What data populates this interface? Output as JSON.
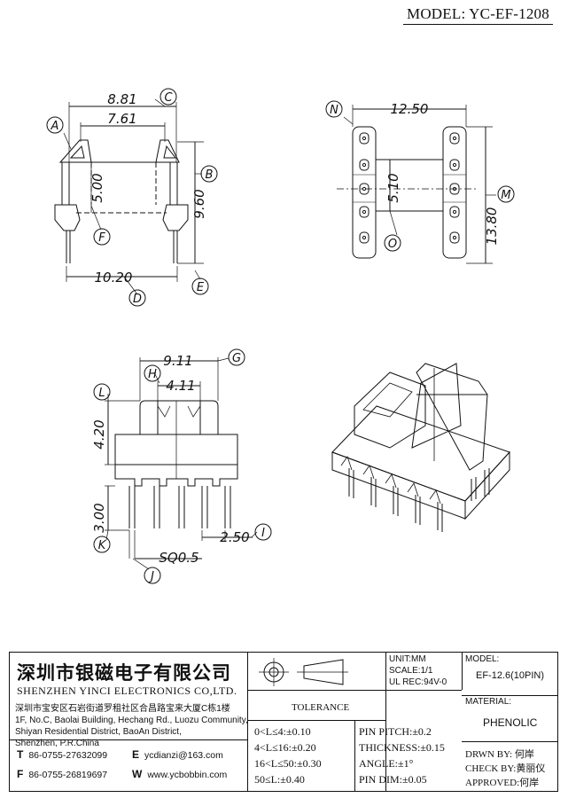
{
  "model_title": "MODEL: YC-EF-1208",
  "dims": {
    "d881": "8.81",
    "d761": "7.61",
    "d960": "9.60",
    "d500": "5.00",
    "d1020": "10.20",
    "d1250": "12.50",
    "d510": "5.10",
    "d1380": "13.80",
    "d911": "9.11",
    "d411": "4.11",
    "d420": "4.20",
    "d300": "3.00",
    "d250": "2.50",
    "dsq": "SQ0.5"
  },
  "labels": {
    "A": "A",
    "B": "B",
    "C": "C",
    "D": "D",
    "E": "E",
    "F": "F",
    "G": "G",
    "H": "H",
    "I": "I",
    "J": "J",
    "K": "K",
    "L": "L",
    "M": "M",
    "N": "N",
    "O": "O"
  },
  "title_block": {
    "company_cn": "深圳市银磁电子有限公司",
    "company_en": "SHENZHEN YINCI ELECTRONICS CO,LTD.",
    "address_cn": "深圳市宝安区石岩街道罗租社区合昌路宝来大厦C栋1楼",
    "address_en_1": "1F, No.C, Baolai Building, Hechang Rd., Luozu Community,",
    "address_en_2": "Shiyan Residential District, BaoAn District,",
    "address_en_3": "Shenzhen, P.R.China",
    "tel_key": "T",
    "tel": "86-0755-27632099",
    "fax_key": "F",
    "fax": "86-0755-26819697",
    "email_key": "E",
    "email": "ycdianzi@163.com",
    "web_key": "W",
    "web": "www.ycbobbin.com",
    "unit": "UNIT:MM",
    "scale": "SCALE:1/1",
    "ul": "UL REC:94V-0",
    "model_label": "MODEL:",
    "model_value": "EF-12.6(10PIN)",
    "material_label": "MATERIAL:",
    "material_value": "PHENOLIC",
    "tolerance_title": "TOLERANCE",
    "tol": [
      "0<L≤4:±0.10",
      "4<L≤16:±0.20",
      "16<L≤50:±0.30",
      "50≤L:±0.40"
    ],
    "pin_pitch": "PIN PITCH:±0.2",
    "thickness": "THICKNESS:±0.15",
    "angle": "ANGLE:±1°",
    "pin_dim": "PIN DIM:±0.05",
    "drawn_by": "DRWN BY: 何岸",
    "check_by": "CHECK BY:黄丽仪",
    "approved": "APPROVED:何岸"
  }
}
